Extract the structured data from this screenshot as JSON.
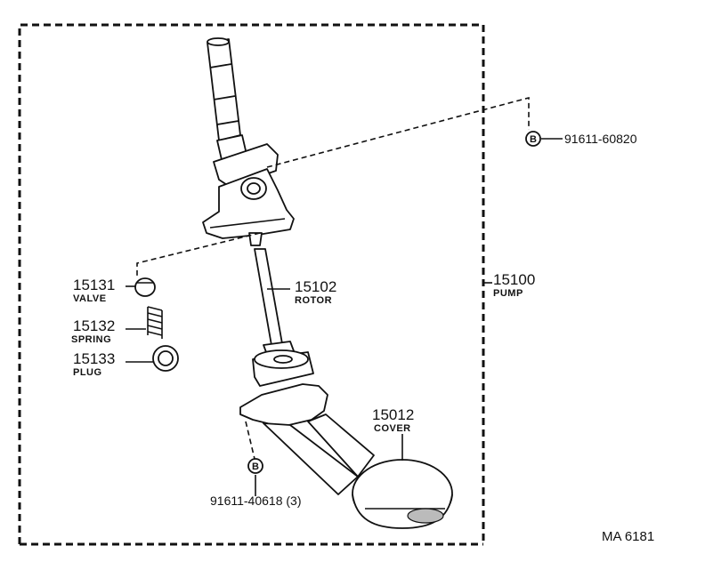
{
  "reference": "MA 6181",
  "callouts": {
    "pump": {
      "number": "15100",
      "name": "PUMP"
    },
    "rotor": {
      "number": "15102",
      "name": "ROTOR"
    },
    "valve": {
      "number": "15131",
      "name": "VALVE"
    },
    "spring": {
      "number": "15132",
      "name": "SPRING"
    },
    "plug": {
      "number": "15133",
      "name": "PLUG"
    },
    "cover": {
      "number": "15012",
      "name": "COVER"
    },
    "bolt_top": {
      "marker": "B",
      "number": "91611-60820"
    },
    "bolt_bottom": {
      "marker": "B",
      "number": "91611-40618 (3)"
    }
  }
}
